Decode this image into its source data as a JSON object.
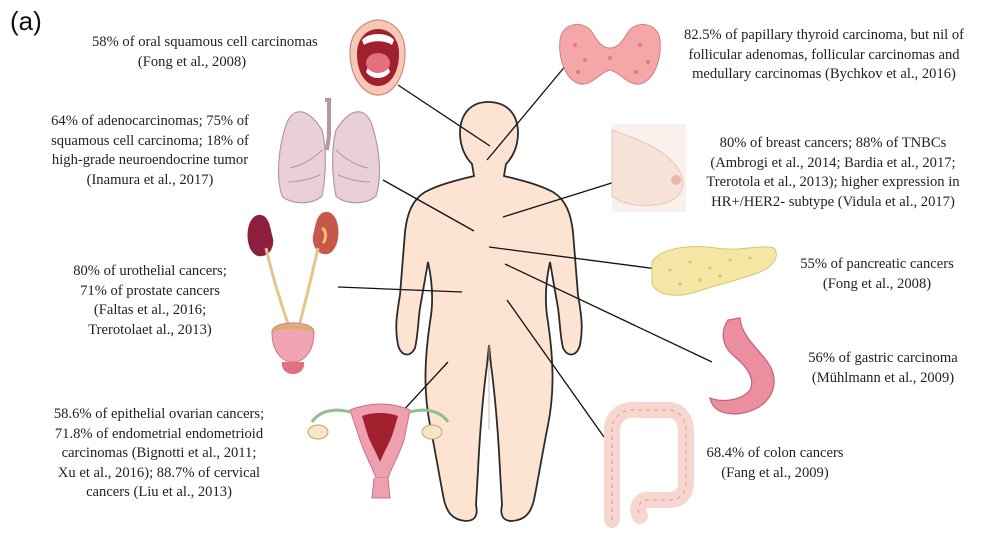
{
  "panel_label": "(a)",
  "annotations": {
    "oral": [
      "58% of oral squamous cell carcinomas",
      "(Fong et al., 2008)"
    ],
    "lung": [
      "64% of adenocarcinomas; 75% of",
      "squamous cell carcinoma; 18% of",
      "high-grade neuroendocrine tumor",
      "(Inamura et al., 2017)"
    ],
    "urothelial": [
      "80% of urothelial cancers;",
      "71% of prostate cancers",
      "(Faltas et al., 2016;",
      "Trerotolaet al., 2013)"
    ],
    "ovarian": [
      "58.6% of epithelial ovarian cancers;",
      "71.8% of endometrial endometrioid",
      "carcinomas (Bignotti et al., 2011;",
      "Xu et al., 2016); 88.7% of cervical",
      "cancers (Liu et al., 2013)"
    ],
    "thyroid": [
      "82.5% of papillary thyroid carcinoma, but nil of",
      "follicular adenomas, follicular carcinomas and",
      "medullary carcinomas (Bychkov et al., 2016)"
    ],
    "breast": [
      "80% of breast cancers; 88% of TNBCs",
      "(Ambrogi et al., 2014; Bardia et al., 2017;",
      "Trerotola et al., 2013); higher expression in",
      "HR+/HER2- subtype (Vidula et al., 2017)"
    ],
    "pancreatic": [
      "55% of pancreatic cancers",
      "(Fong et al., 2008)"
    ],
    "gastric": [
      "56% of gastric carcinoma",
      "(Mühlmann et al., 2009)"
    ],
    "colon": [
      "68.4% of colon cancers",
      "(Fang et al., 2009)"
    ]
  },
  "colors": {
    "body_fill": "#fde3d2",
    "body_stroke": "#2b2b2b",
    "leader_line": "#111111",
    "organ_pink": "#f2a7b4",
    "lung_fill": "#e9cfd6",
    "pancreas_fill": "#f4e7a6",
    "kidney_fill": "#8c1f3b",
    "colon_fill": "#f7d6cf"
  },
  "icons": [
    "mouth-icon",
    "lungs-icon",
    "urinary-system-icon",
    "uterus-icon",
    "thyroid-icon",
    "breast-icon",
    "pancreas-icon",
    "stomach-icon",
    "colon-icon",
    "human-body-icon"
  ]
}
